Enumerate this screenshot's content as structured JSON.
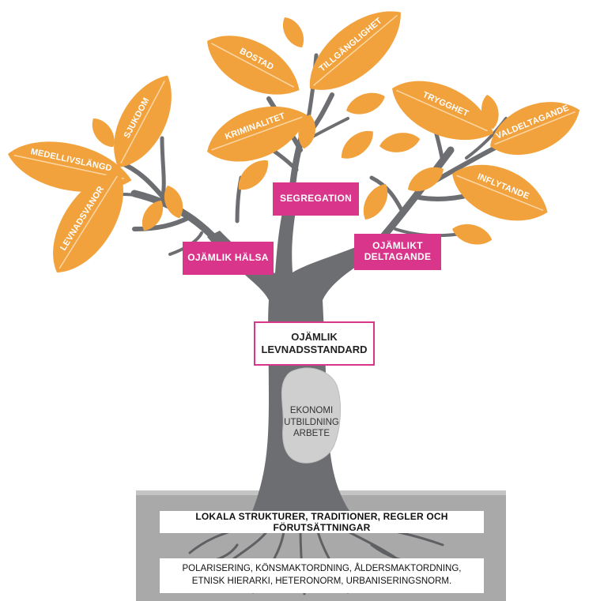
{
  "leaves": [
    {
      "id": "medellivslangd",
      "label": "MEDELLIVSLÄNGD"
    },
    {
      "id": "sjukdom",
      "label": "SJUKDOM"
    },
    {
      "id": "levnadsvanor",
      "label": "LEVNADSVANOR"
    },
    {
      "id": "bostad",
      "label": "BOSTAD"
    },
    {
      "id": "tillganglighet",
      "label": "TILLGÄNGLIGHET"
    },
    {
      "id": "kriminalitet",
      "label": "KRIMINALITET"
    },
    {
      "id": "trygghet",
      "label": "TRYGGHET"
    },
    {
      "id": "valdeltagande",
      "label": "VALDELTAGANDE"
    },
    {
      "id": "inflytande",
      "label": "INFLYTANDE"
    }
  ],
  "branch_boxes": {
    "segregation": "SEGREGATION",
    "ojamlik_halsa": "OJÄMLIK HÄLSA",
    "ojamlikt_deltagande_line1": "OJÄMLIKT",
    "ojamlikt_deltagande_line2": "DELTAGANDE"
  },
  "trunk_box": {
    "line1": "OJÄMLIK",
    "line2": "LEVNADSSTANDARD"
  },
  "trunk_core": [
    "EKONOMI",
    "UTBILDNING",
    "ARBETE"
  ],
  "ground": {
    "local": "LOKALA STRUKTURER, TRADITIONER, REGLER OCH FÖRUTSÄTTNINGAR",
    "norms_line1": "POLARISERING, KÖNSMAKTORDNING, ÅLDERSMAKTORDNING,",
    "norms_line2": "ETNISK HIERARKI, HETERONORM, URBANISERINGSNORM."
  },
  "colors": {
    "leaf": "#f2a23c",
    "leaf_vein": "#fbd7a6",
    "tree": "#6d6e71",
    "core": "#cfcfcf",
    "pink": "#d9368b",
    "ground": "#aeaeae"
  }
}
